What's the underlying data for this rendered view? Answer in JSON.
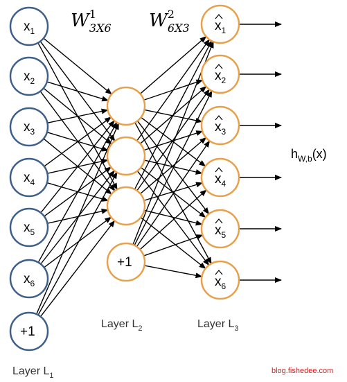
{
  "weights": {
    "w1": {
      "base": "W",
      "sup": "1",
      "sub": "3X6"
    },
    "w2": {
      "base": "W",
      "sup": "2",
      "sub": "6X3"
    }
  },
  "input_nodes": [
    {
      "base": "x",
      "sub": "1"
    },
    {
      "base": "x",
      "sub": "2"
    },
    {
      "base": "x",
      "sub": "3"
    },
    {
      "base": "x",
      "sub": "4"
    },
    {
      "base": "x",
      "sub": "5"
    },
    {
      "base": "x",
      "sub": "6"
    },
    {
      "base": "+1",
      "sub": ""
    }
  ],
  "hidden_nodes": [
    {
      "label": ""
    },
    {
      "label": ""
    },
    {
      "label": ""
    },
    {
      "label": "+1"
    }
  ],
  "output_nodes": [
    {
      "base": "x",
      "sub": "1"
    },
    {
      "base": "x",
      "sub": "2"
    },
    {
      "base": "x",
      "sub": "3"
    },
    {
      "base": "x",
      "sub": "4"
    },
    {
      "base": "x",
      "sub": "5"
    },
    {
      "base": "x",
      "sub": "6"
    }
  ],
  "layers": {
    "l1": {
      "base": "Layer L",
      "sub": "1"
    },
    "l2": {
      "base": "Layer L",
      "sub": "2"
    },
    "l3": {
      "base": "Layer L",
      "sub": "3"
    }
  },
  "hypothesis": {
    "base": "h",
    "sub": "W,b",
    "arg": "(x)"
  },
  "watermark": "blog.fishedee.com",
  "colors": {
    "input_stroke": "#3e5f8a",
    "hidden_stroke": "#e8a04a",
    "output_stroke": "#e8a04a",
    "edge": "#000000",
    "watermark": "#cc2222"
  }
}
